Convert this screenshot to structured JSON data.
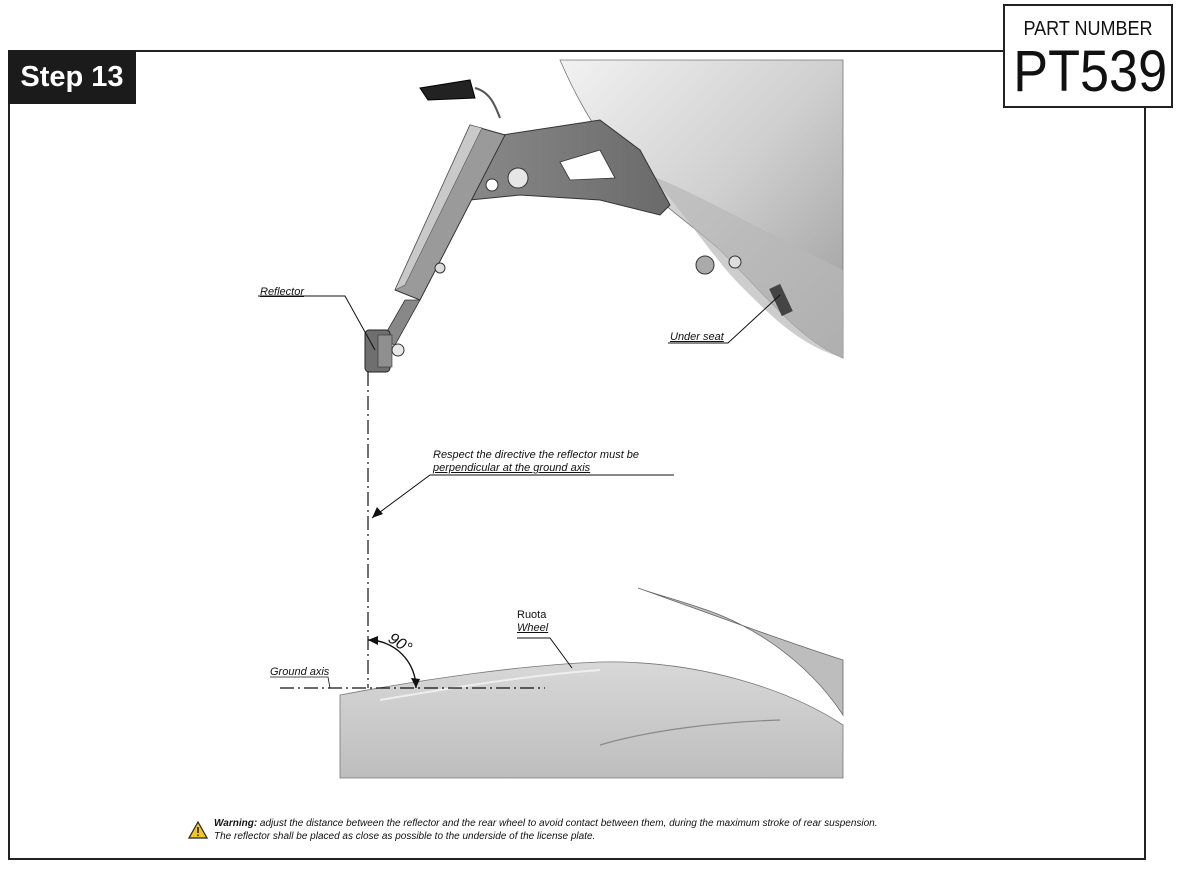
{
  "header": {
    "step_label": "Step 13",
    "part_label": "PART NUMBER",
    "part_number": "PT539"
  },
  "callouts": {
    "reflector": "Reflector",
    "under_seat": "Under seat",
    "directive_line1": "Respect the directive the reflector must be",
    "directive_line2": "perpendicular at the ground axis",
    "ruota": "Ruota",
    "wheel": "Wheel",
    "ground_axis": "Ground axis",
    "angle": "90°"
  },
  "warning": {
    "label": "Warning:",
    "line1": " adjust the distance between the reflector and the rear wheel to avoid contact between them, during the maximum stroke of rear suspension.",
    "line2": "The reflector shall be placed as close as possible to the underside of the license plate."
  }
}
